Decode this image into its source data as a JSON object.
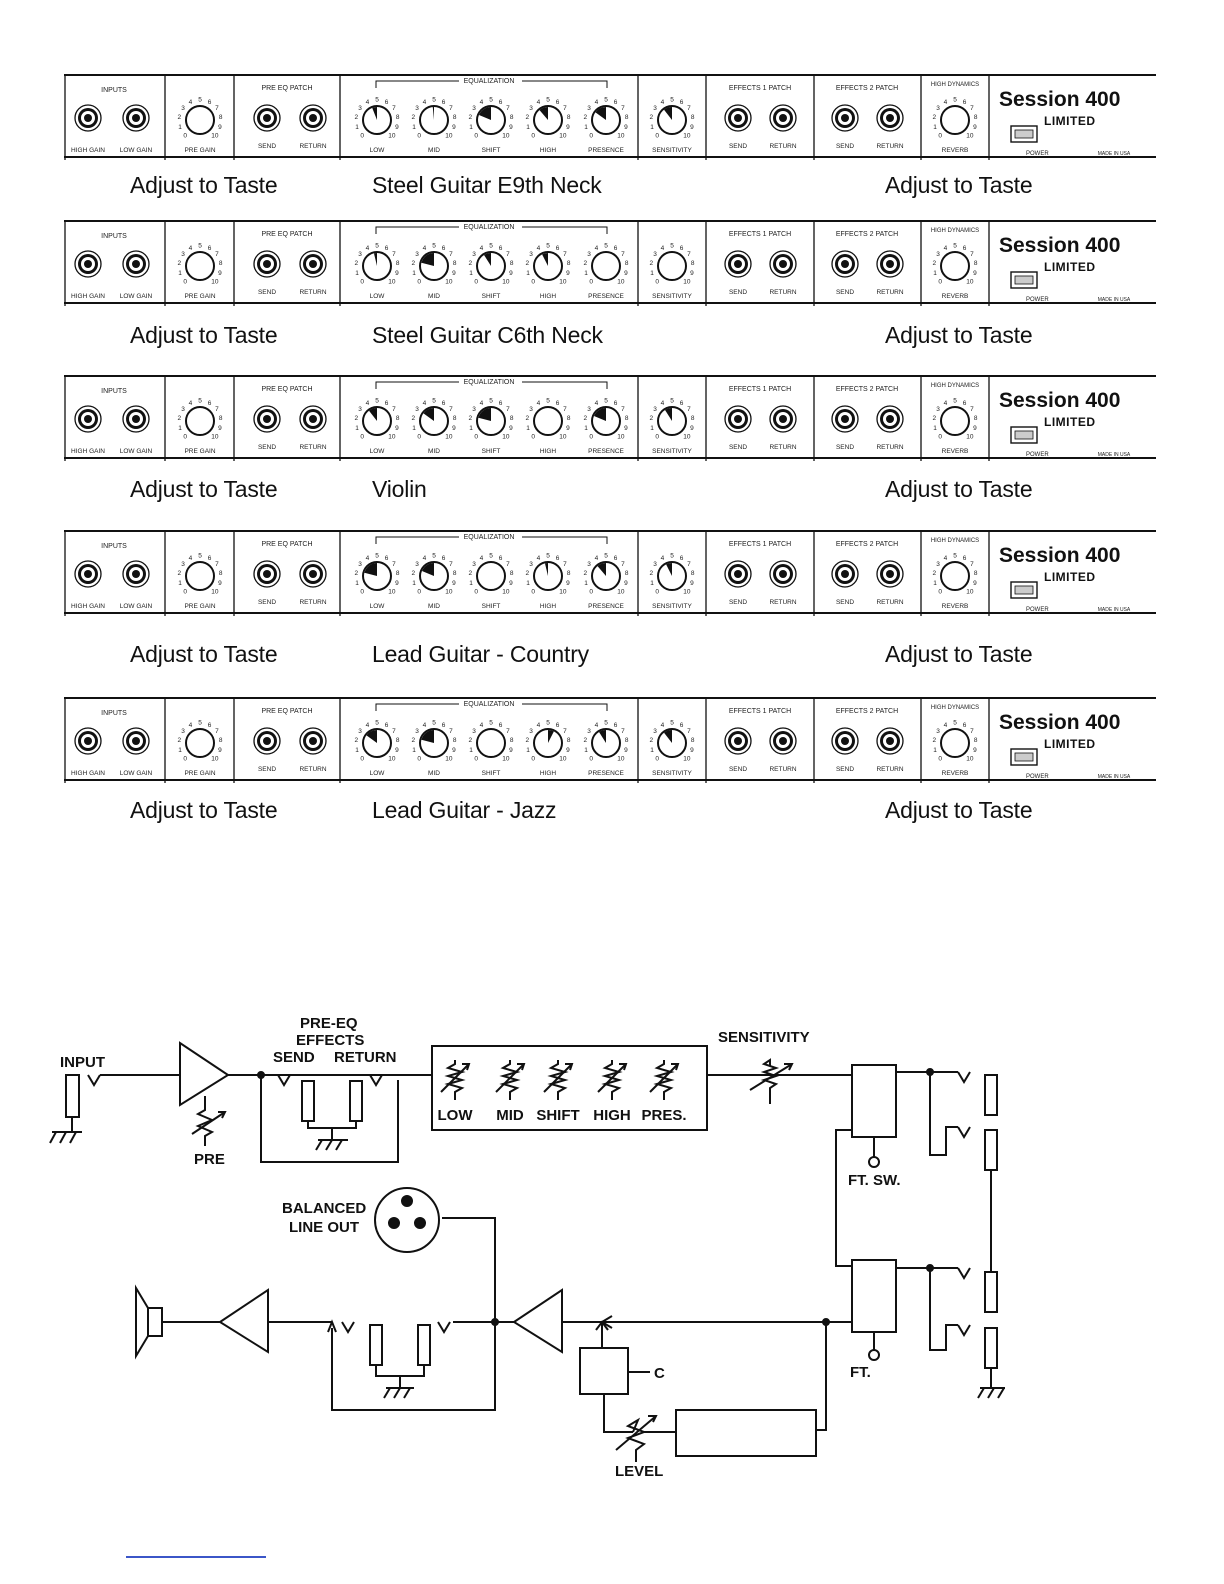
{
  "panel_labels": {
    "inputs": "INPUTS",
    "high_gain": "HIGH GAIN",
    "low_gain": "LOW GAIN",
    "pre_gain": "PRE GAIN",
    "pre_eq_patch": "PRE EQ PATCH",
    "send": "SEND",
    "return": "RETURN",
    "equalization": "EQUALIZATION",
    "low": "LOW",
    "mid": "MID",
    "shift": "SHIFT",
    "high": "HIGH",
    "presence": "PRESENCE",
    "sensitivity": "SENSITIVITY",
    "effects1_patch": "EFFECTS 1 PATCH",
    "effects2_patch": "EFFECTS 2 PATCH",
    "high_dynamics": "HIGH DYNAMICS",
    "reverb": "REVERB",
    "brand": "Session 400",
    "limited": "LIMITED",
    "power": "POWER",
    "made_in": "MADE IN USA"
  },
  "panels": [
    {
      "caption_left": "Adjust to Taste",
      "caption_mid": "Steel Guitar E9th Neck",
      "caption_right": "Adjust to Taste",
      "eq_settings": {
        "low": 0.42,
        "mid": 0.48,
        "shift": 0.25,
        "high": 0.35,
        "presence": 0.3,
        "sensitivity": 0.36
      }
    },
    {
      "caption_left": "Adjust to Taste",
      "caption_mid": "Steel Guitar C6th Neck",
      "caption_right": "Adjust to Taste",
      "eq_settings": {
        "low": 0.45,
        "mid": 0.22,
        "shift": 0.38,
        "high": 0.4,
        "presence": 0.5,
        "sensitivity": 0.5
      }
    },
    {
      "caption_left": "Adjust to Taste",
      "caption_mid": "Violin",
      "caption_right": "Adjust to Taste",
      "eq_settings": {
        "low": 0.36,
        "mid": 0.3,
        "shift": 0.22,
        "high": 0.5,
        "presence": 0.25,
        "sensitivity": 0.38
      }
    },
    {
      "caption_left": "Adjust to Taste",
      "caption_mid": "Lead Guitar - Country",
      "caption_right": "Adjust to Taste",
      "eq_settings": {
        "low": 0.22,
        "mid": 0.25,
        "shift": 0.5,
        "high": 0.45,
        "presence": 0.35,
        "sensitivity": 0.4
      }
    },
    {
      "caption_left": "Adjust to Taste",
      "caption_mid": "Lead Guitar - Jazz",
      "caption_right": "Adjust to Taste",
      "eq_settings": {
        "low": 0.3,
        "mid": 0.22,
        "shift": 0.5,
        "high": 0.6,
        "presence": 0.38,
        "sensitivity": 0.36
      }
    }
  ],
  "diagram": {
    "input": "INPUT",
    "pre": "PRE",
    "pre_eq": "PRE-EQ",
    "effects": "EFFECTS",
    "send": "SEND",
    "return": "RETURN",
    "sensitivity": "SENSITIVITY",
    "eq_bands": [
      "LOW",
      "MID",
      "SHIFT",
      "HIGH",
      "PRES."
    ],
    "ft_sw": "FT. SW.",
    "ft": "FT.",
    "balanced": "BALANCED",
    "line_out": "LINE OUT",
    "level": "LEVEL"
  }
}
